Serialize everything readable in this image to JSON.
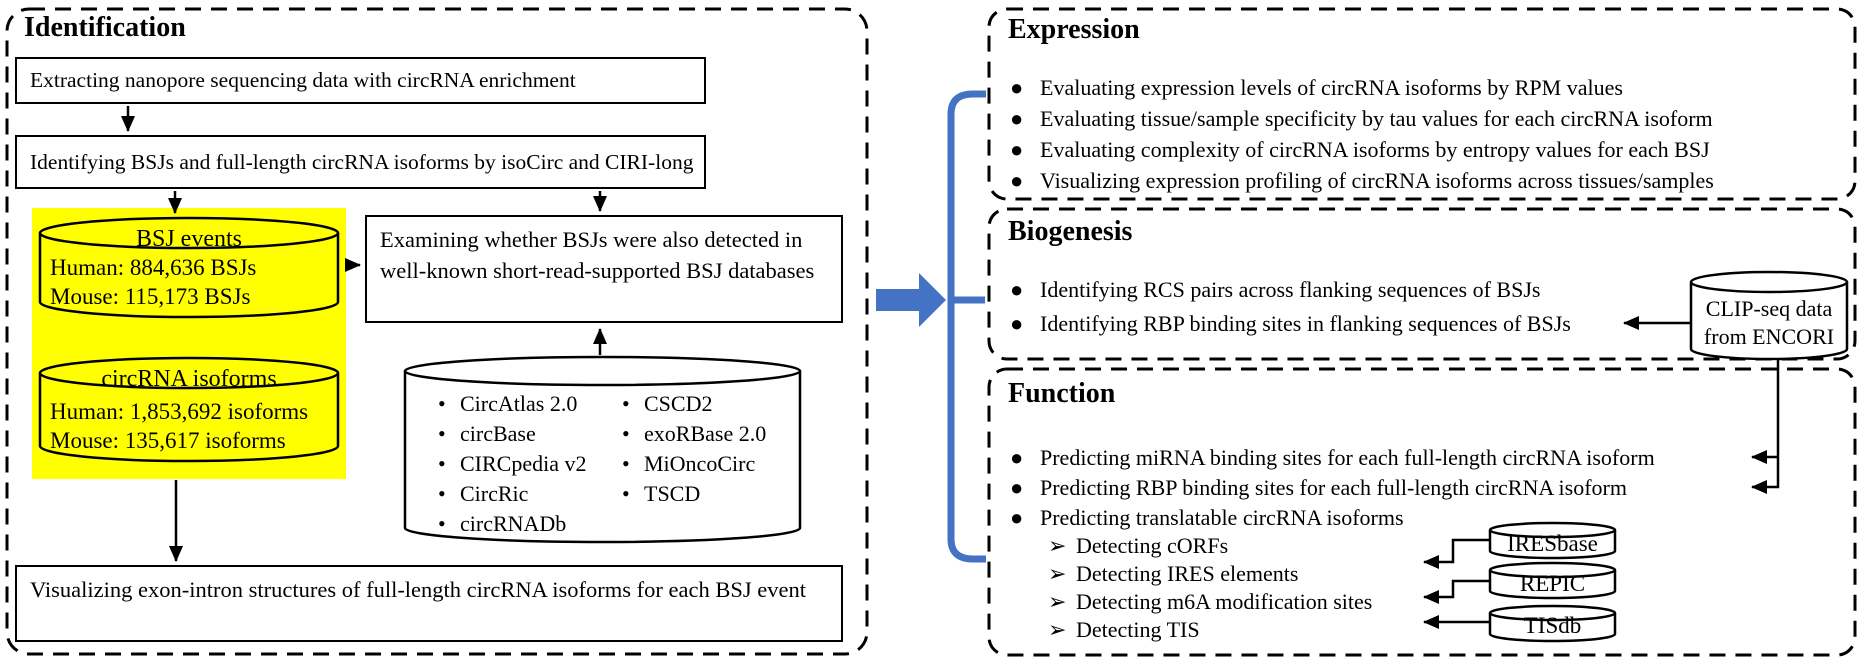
{
  "glyphs": {
    "bullet": "●",
    "sub_bullet": "➢",
    "dot": "•"
  },
  "colors": {
    "highlight": "#ffff00",
    "accent_blue": "#4472c4",
    "line": "#000000"
  },
  "identification": {
    "title": "Identification",
    "extract_box": "Extracting nanopore sequencing data with circRNA enrichment",
    "identify_box": "Identifying BSJs and full-length circRNA isoforms by isoCirc and CIRI-long",
    "bsj_cylinder": {
      "title": "BSJ events",
      "human": "Human: 884,636 BSJs",
      "mouse": "Mouse: 115,173 BSJs"
    },
    "isoform_cylinder": {
      "title": "circRNA isoforms",
      "human": "Human: 1,853,692 isoforms",
      "mouse": "Mouse: 135,617 isoforms"
    },
    "examine_box": "Examining whether BSJs were also detected in well-known short-read-supported BSJ databases",
    "databases_col1": [
      "CircAtlas 2.0",
      "circBase",
      "CIRCpedia v2",
      "CircRic",
      "circRNADb"
    ],
    "databases_col2": [
      "CSCD2",
      "exoRBase 2.0",
      "MiOncoCirc",
      "TSCD"
    ],
    "visualize_box": "Visualizing exon-intron structures of full-length circRNA isoforms for each BSJ event"
  },
  "expression": {
    "title": "Expression",
    "bullets": [
      "Evaluating expression levels of circRNA isoforms by RPM values",
      "Evaluating tissue/sample specificity by tau values for each circRNA isoform",
      "Evaluating complexity of circRNA isoforms by entropy values for each BSJ",
      "Visualizing expression profiling of circRNA isoforms across tissues/samples"
    ]
  },
  "biogenesis": {
    "title": "Biogenesis",
    "bullets": [
      "Identifying RCS pairs across flanking sequences of BSJs",
      "Identifying RBP binding sites in flanking sequences of BSJs"
    ],
    "clip_cylinder": {
      "line1": "CLIP-seq data",
      "line2": "from ENCORI"
    }
  },
  "function": {
    "title": "Function",
    "bullets": [
      "Predicting miRNA binding sites for each full-length circRNA isoform",
      "Predicting RBP binding sites for each full-length circRNA isoform",
      "Predicting translatable circRNA isoforms"
    ],
    "sub_bullets": [
      "Detecting cORFs",
      "Detecting IRES elements",
      "Detecting m6A modification sites",
      "Detecting TIS"
    ],
    "resources": [
      "IRESbase",
      "REPIC",
      "TISdb"
    ]
  }
}
